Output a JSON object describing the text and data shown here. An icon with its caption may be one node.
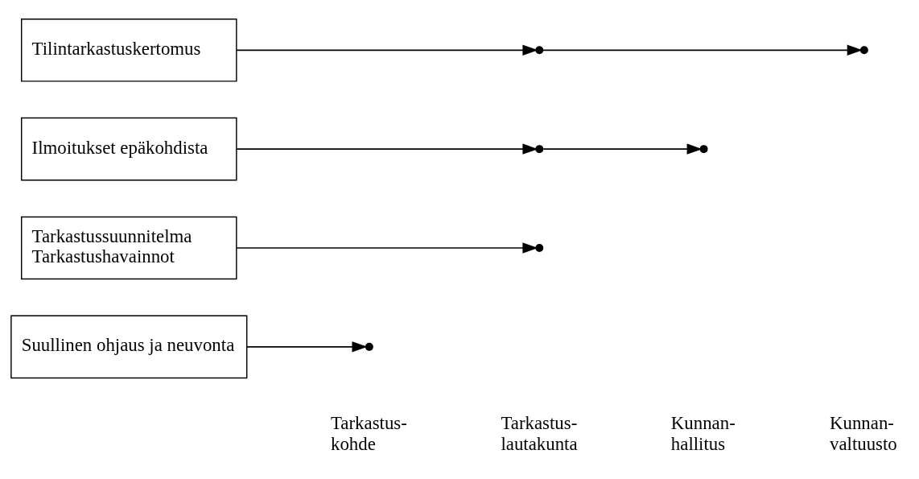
{
  "diagram": {
    "nodes": [
      {
        "text": [
          "Suullinen ohjaus ja neuvonta"
        ]
      },
      {
        "text": [],
        "shape": "circle"
      },
      {
        "text": [
          "Tarkastussuunnitelma",
          "Tarkastushavainnot"
        ]
      },
      {
        "text": [],
        "shape": "circle"
      },
      {
        "text": [
          "Ilmoitukset epäkohdista"
        ]
      },
      {
        "text": [],
        "shape": "circle"
      },
      {
        "text": [],
        "shape": "circle"
      },
      {
        "text": [
          "Tilintarkastuskertomus"
        ]
      },
      {
        "text": [],
        "shape": "circle"
      },
      {
        "text": [],
        "shape": "circle"
      }
    ],
    "edges": [
      {
        "from": 0,
        "to": 1,
        "arrow": "to"
      },
      {
        "from": 2,
        "to": 3,
        "arrow": "to"
      },
      {
        "from": 4,
        "to": 5,
        "arrow": "to"
      },
      {
        "from": 5,
        "to": 6,
        "arrow": "to"
      },
      {
        "from": 7,
        "to": 8,
        "arrow": "to"
      },
      {
        "from": 8,
        "to": 9,
        "arrow": "to"
      }
    ],
    "labels": [
      "Tarkastus- kohde",
      "Tarkastus- lautakunta",
      "Kunnan- hallitus",
      "Kunnan- valtuusto"
    ]
  }
}
